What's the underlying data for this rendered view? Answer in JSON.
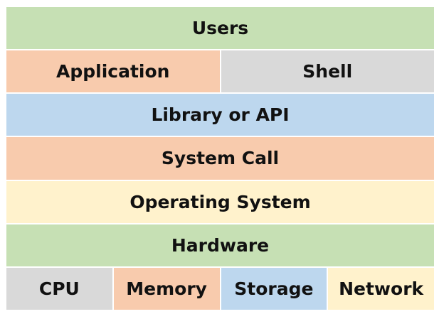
{
  "colors": {
    "green": "#c6e0b4",
    "orange": "#f8cbad",
    "gray": "#d9d9d9",
    "blue": "#bdd7ee",
    "yellow": "#fff2cc"
  },
  "layers": {
    "users": {
      "label": "Users",
      "color": "#c6e0b4"
    },
    "application": {
      "label": "Application",
      "color": "#f8cbad"
    },
    "shell": {
      "label": "Shell",
      "color": "#d9d9d9"
    },
    "library": {
      "label": "Library or API",
      "color": "#bdd7ee"
    },
    "system_call": {
      "label": "System Call",
      "color": "#f8cbad"
    },
    "operating_system": {
      "label": "Operating System",
      "color": "#fff2cc"
    },
    "hardware": {
      "label": "Hardware",
      "color": "#c6e0b4"
    },
    "cpu": {
      "label": "CPU",
      "color": "#d9d9d9"
    },
    "memory": {
      "label": "Memory",
      "color": "#f8cbad"
    },
    "storage": {
      "label": "Storage",
      "color": "#bdd7ee"
    },
    "network": {
      "label": "Network",
      "color": "#fff2cc"
    }
  }
}
